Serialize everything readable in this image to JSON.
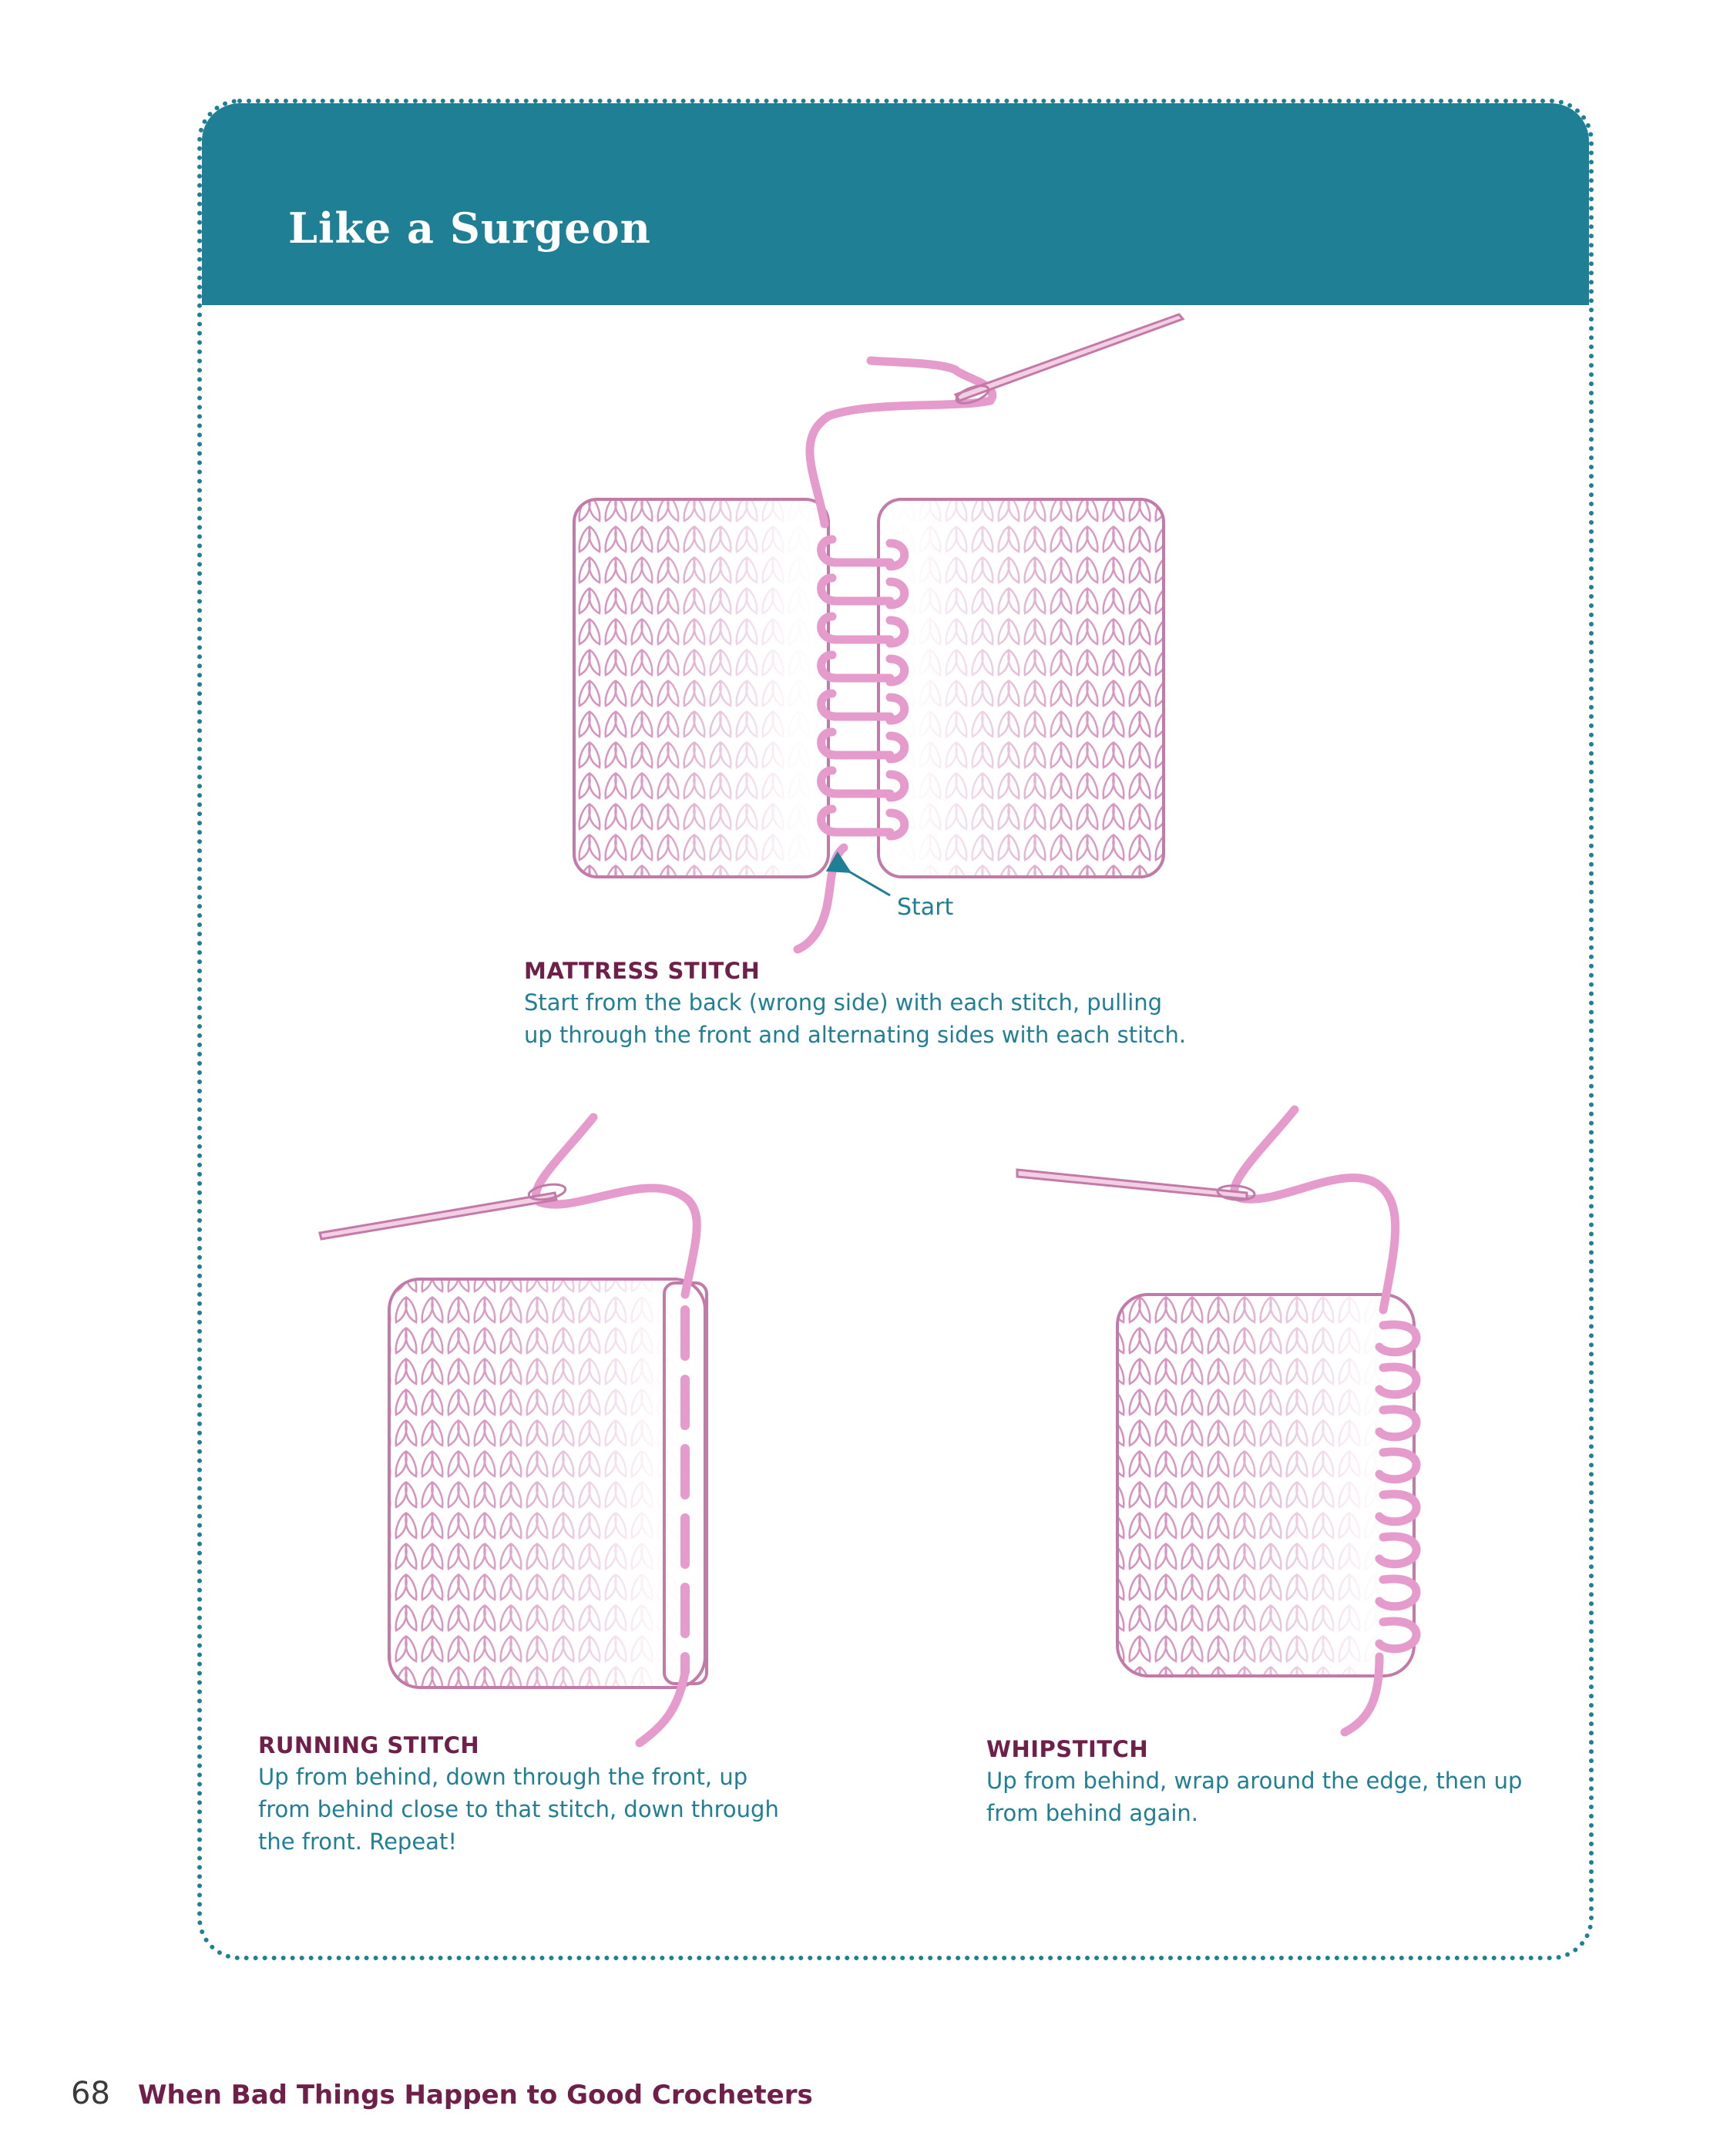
{
  "header": {
    "title": "Like a Surgeon"
  },
  "mattress": {
    "title": "MATTRESS STITCH",
    "line1": "Start from the back (wrong side) with each stitch, pulling",
    "line2": "up through the front and alternating sides with each stitch.",
    "start_label": "Start"
  },
  "running": {
    "title": "RUNNING STITCH",
    "line1": "Up from behind, down through the front, up",
    "line2": "from behind close to that stitch, down through",
    "line3": "the front. Repeat!"
  },
  "whip": {
    "title": "WHIPSTITCH",
    "line1": "Up from behind, wrap around the edge, then up",
    "line2": "from behind again."
  },
  "footer": {
    "page_number": "68",
    "book_title": "When Bad Things Happen to Good Crocheters"
  },
  "colors": {
    "teal": "#1f7f95",
    "plum": "#6e1f4a",
    "yarn": "#e59ccd",
    "fabric_outline": "#c27aa8"
  }
}
